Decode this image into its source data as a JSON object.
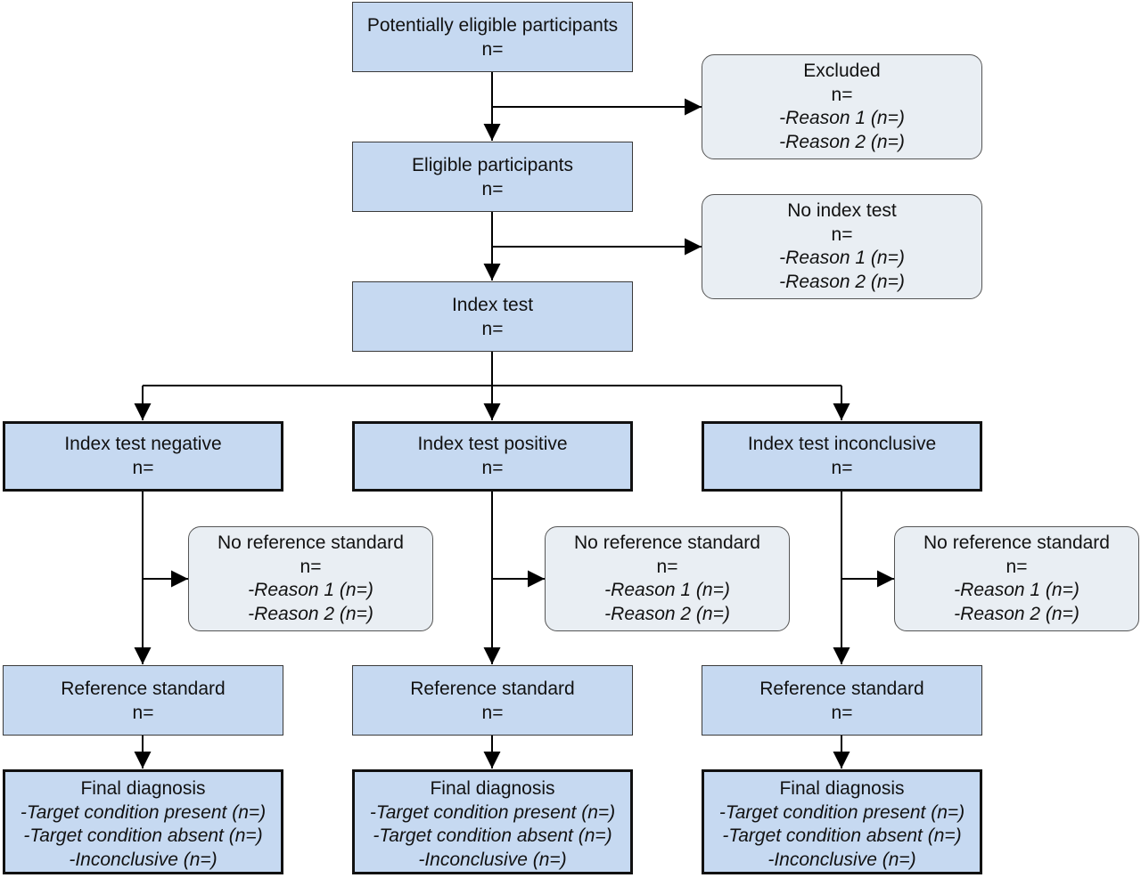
{
  "potential": {
    "title": "Potentially eligible participants",
    "n": "n="
  },
  "excluded": {
    "title": "Excluded",
    "n": "n=",
    "reason1": "-Reason 1 (n=)",
    "reason2": "-Reason 2 (n=)"
  },
  "eligible": {
    "title": "Eligible participants",
    "n": "n="
  },
  "no_index": {
    "title": "No index test",
    "n": "n=",
    "reason1": "-Reason 1 (n=)",
    "reason2": "-Reason 2 (n=)"
  },
  "index_test": {
    "title": "Index test",
    "n": "n="
  },
  "branches": [
    {
      "title": "Index test negative",
      "n": "n=",
      "no_ref": {
        "title": "No reference standard",
        "n": "n=",
        "reason1": "-Reason 1 (n=)",
        "reason2": "-Reason 2 (n=)"
      },
      "ref": {
        "title": "Reference standard",
        "n": "n="
      },
      "final": {
        "title": "Final diagnosis",
        "present": "-Target condition present (n=)",
        "absent": "-Target condition absent (n=)",
        "inconclusive": "-Inconclusive (n=)"
      }
    },
    {
      "title": "Index test positive",
      "n": "n=",
      "no_ref": {
        "title": "No reference standard",
        "n": "n=",
        "reason1": "-Reason 1 (n=)",
        "reason2": "-Reason 2 (n=)"
      },
      "ref": {
        "title": "Reference standard",
        "n": "n="
      },
      "final": {
        "title": "Final diagnosis",
        "present": "-Target condition present (n=)",
        "absent": "-Target condition absent (n=)",
        "inconclusive": "-Inconclusive (n=)"
      }
    },
    {
      "title": "Index test inconclusive",
      "n": "n=",
      "no_ref": {
        "title": "No reference standard",
        "n": "n=",
        "reason1": "-Reason 1 (n=)",
        "reason2": "-Reason 2 (n=)"
      },
      "ref": {
        "title": "Reference standard",
        "n": "n="
      },
      "final": {
        "title": "Final diagnosis",
        "present": "-Target condition present (n=)",
        "absent": "-Target condition absent (n=)",
        "inconclusive": "-Inconclusive (n=)"
      }
    }
  ]
}
